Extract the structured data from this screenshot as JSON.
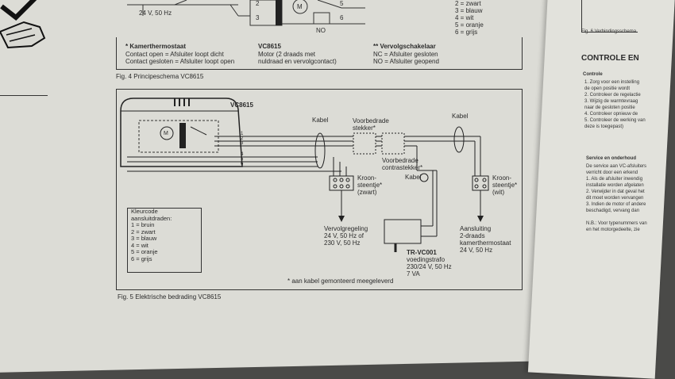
{
  "top_section": {
    "supply_label": "24 V, 50 Hz",
    "terminal_numbers_top": [
      "2",
      "3"
    ],
    "terminal_numbers_right": [
      "5",
      "6"
    ],
    "motor_symbol": "M",
    "no_label": "NO",
    "note_kamer_title": "* Kamerthermostaat",
    "note_kamer_line1": "Contact open    = Afsluiter loopt dicht",
    "note_kamer_line2": "Contact gesloten  = Afsluiter loopt open",
    "note_vc_title": "VC8615",
    "note_vc_line1": "Motor (2 draads met",
    "note_vc_line2": "nuldraad en vervolgcontact)",
    "note_vervolg_title": "**  Vervolgschakelaar",
    "note_vervolg_line1": "NC  = Afsluiter  gesloten",
    "note_vervolg_line2": "NO  = Afsluiter geopend",
    "color_list_top": [
      "2 = zwart",
      "3 = blauw",
      "4 = wit",
      "5 = oranje",
      "6 = grijs"
    ],
    "fig4_caption": "Fig. 4  Principeschema VC8615"
  },
  "fig5": {
    "device_label": "VC8615",
    "motor_symbol": "M",
    "kabel_label": "Kabel",
    "voorbedrade_stekker": [
      "Voorbedrade",
      "stekker*"
    ],
    "voorbedrade_contrastekker": [
      "Voorbedrade",
      "contrastekker*"
    ],
    "kroon_zwart": [
      "Kroon-",
      "steentje*",
      "(zwart)"
    ],
    "kroon_wit": [
      "Kroon-",
      "steentje*",
      "(wit)"
    ],
    "vervolg": [
      "Vervolgregeling",
      "24 V, 50 Hz of",
      "230 V, 50 Hz"
    ],
    "aansluiting": [
      "Aansluiting",
      "2-draads",
      "kamerthermostaat",
      "24 V, 50 Hz"
    ],
    "trafo_title": "TR-VC001",
    "trafo_lines": [
      "voedingstrafo",
      "230/24 V, 50 Hz",
      "7 VA"
    ],
    "wire_numbers": [
      "1",
      "2",
      "3",
      "4",
      "5",
      "6"
    ],
    "footnote": "* aan kabel gemonteerd meegeleverd",
    "legend_title": [
      "Kleurcode",
      "aansluitdraden:"
    ],
    "legend_items": [
      "1 = bruin",
      "2 = zwart",
      "3 = blauw",
      "4 = wit",
      "5 = oranje",
      "6 = grijs"
    ],
    "caption": "Fig. 5  Elektrische bedrading VC8615"
  },
  "right_page": {
    "fig_caption": "Fig. 6  Verbindingsschema",
    "heading": "CONTROLE EN",
    "controle_title": "Controle",
    "lines": [
      "1. Zorg voor een instelling",
      "de open positie wordt",
      "2. Controleer de regelactie",
      "3. Wijzig de warmtevraag",
      "naar de gesloten positie",
      "4. Controleer opnieuw de",
      "5. Controleer de werking van",
      "deze is toegepast)"
    ],
    "service_title": "Service en onderhoud",
    "service_lines": [
      "De service aan VC-afsluiters",
      "verricht door een erkend",
      "1. Als de afsluiter inwendig",
      "installatie worden afgelaten",
      "2. Verwijder in dat geval het",
      "dit moet worden vervangen",
      "3. Indien de motor of andere",
      "beschadigd, vervang dan",
      "N.B.: Voor typenummers van",
      "en het motorgedeelte, zie"
    ]
  },
  "colors": {
    "paper": "#dcdcd6",
    "ink": "#2b2b2b",
    "background": "#4a4a48"
  }
}
